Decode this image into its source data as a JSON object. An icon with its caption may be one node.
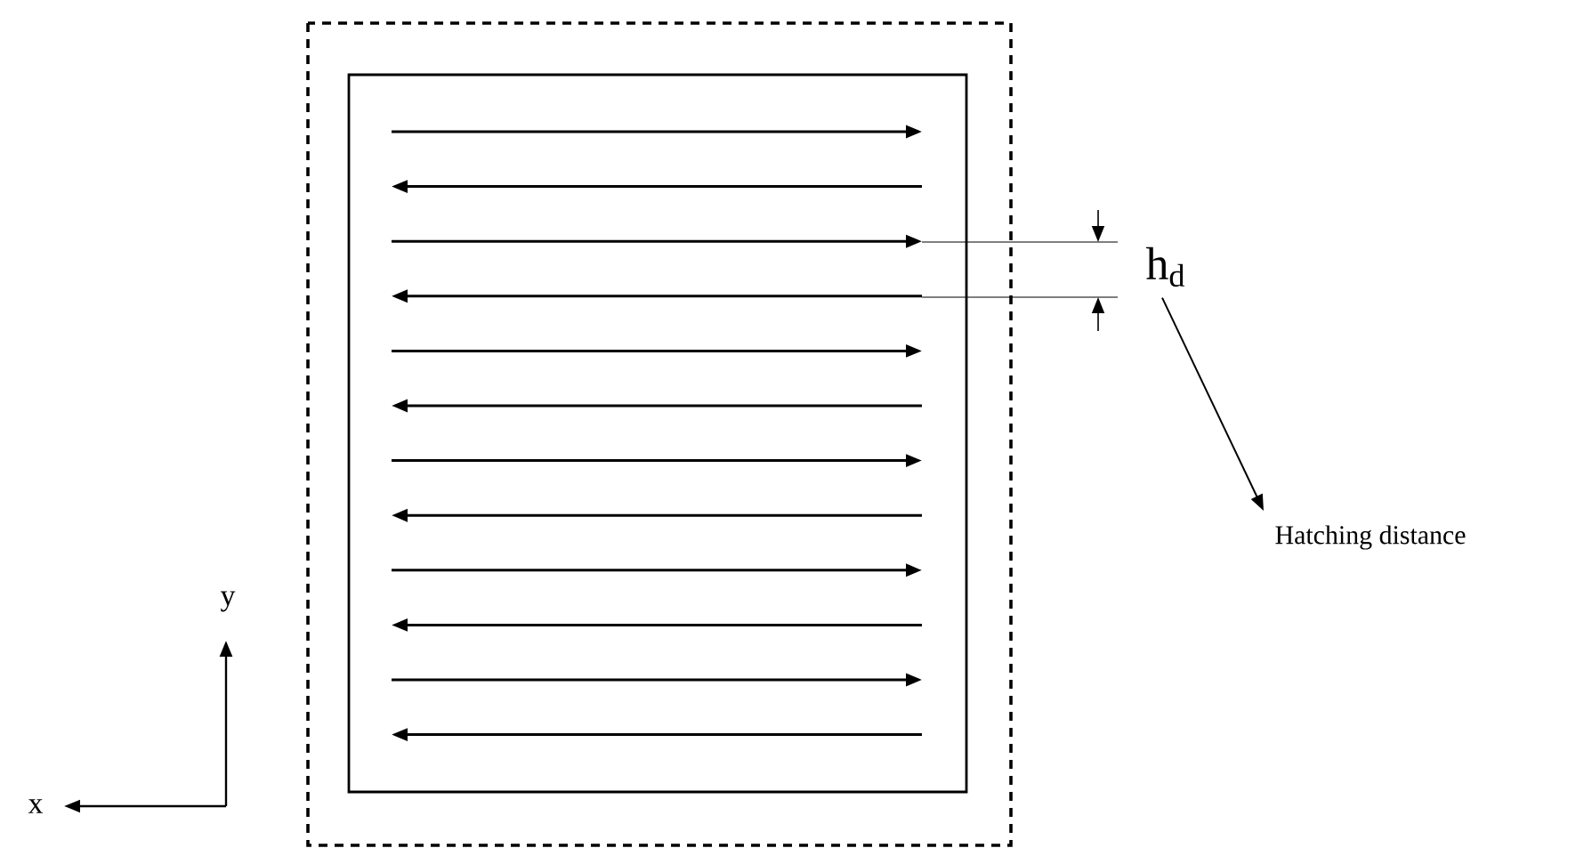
{
  "diagram": {
    "nodes": [
      {
        "text": [
          "h$_{d}$"
        ]
      },
      {
        "text": [
          "Hatching distance"
        ]
      }
    ],
    "edges": [
      {
        "from": 0,
        "to": 1,
        "arrow": "to"
      }
    ],
    "labels": [
      "y",
      "x"
    ]
  }
}
